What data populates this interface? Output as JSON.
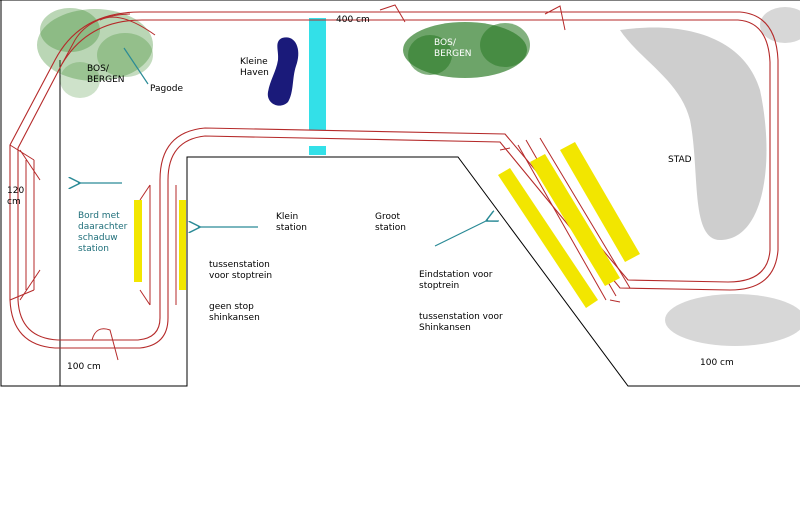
{
  "labels": {
    "dim_top": "400 cm",
    "dim_left": "120\ncm",
    "dim_bottom_left": "100 cm",
    "dim_bottom_right": "100 cm",
    "forest_left": "BOS/\nBERGEN",
    "forest_right": "BOS/\nBERGEN",
    "pagoda": "Pagode",
    "harbor": "Kleine\nHaven",
    "city": "STAD",
    "shadow_station": "Bord met\ndaarachter\nschaduw\nstation",
    "small_station": "Klein\nstation",
    "large_station": "Groot\nstation",
    "intermediate_stop": "tussenstation\nvoor stoptrein",
    "no_stop": "geen stop\nshinkansen",
    "terminal_stop": "Eindstation voor\nstoptrein",
    "intermediate_shinkansen": "tussenstation voor\nShinkansen"
  },
  "colors": {
    "track": "#b52a2a",
    "platform": "#f2e600",
    "water": "#33e0e8",
    "forest": "#3a8a2a",
    "harbor_blue": "#1a1a7a",
    "city_gray": "#bdbdbd",
    "arrow": "#2a8a96",
    "outline": "#000000"
  }
}
